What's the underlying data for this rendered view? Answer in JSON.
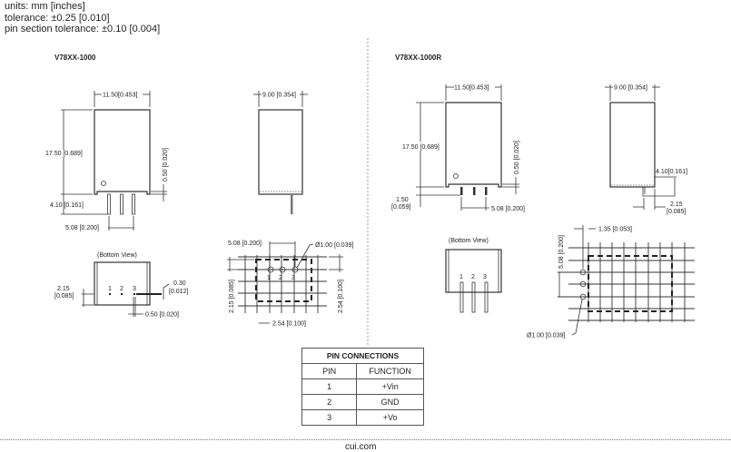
{
  "header": {
    "units": "units: mm [inches]",
    "tolerance": "tolerance: ±0.25 [0.010]",
    "pin_tolerance": "pin section tolerance: ±0.10 [0.004]"
  },
  "left": {
    "title": "V78XX-1000",
    "width_dim": "11.50[0.453]",
    "height_dim": "17.50 [0.689]",
    "pin_len_dim": "4.10 [0.161]",
    "pitch_dim": "5.08 [0.200]",
    "standoff_dim": "0.50 [0.020]",
    "depth_dim": "9.00 [0.354]",
    "bottom_view": "(Bottom View)",
    "pin_offset_dim_1": "2.15",
    "pin_offset_dim_2": "[0.085]",
    "pin_thk_dim_1": "0.30",
    "pin_thk_dim_2": "[0.012]",
    "pin_w_dim": "0.50 [0.020]",
    "pins": [
      "1",
      "2",
      "3"
    ],
    "pcb_pitch_dim": "5.08 [0.200]",
    "pcb_hole_dim": "Ø1.00 [0.039]",
    "pcb_offset_dim": "2.15 [0.085]",
    "pcb_grid_v_dim": "2.54 [0.100]",
    "pcb_grid_h_dim": "2.54 [0.100]"
  },
  "right": {
    "title": "V78XX-1000R",
    "width_dim": "11.50[0.453]",
    "height_dim": "17.50 [0.689]",
    "pin_len_dim_1": "1.50",
    "pin_len_dim_2": "[0.059]",
    "pitch_dim": "5.08 [0.200]",
    "standoff_dim": "0.50 [0.020]",
    "depth_dim": "9.00 [0.354]",
    "bend_dim": "4.10[0.161]",
    "offset_dim_1": "2.15",
    "offset_dim_2": "[0.085]",
    "bottom_view": "(Bottom View)",
    "pins": [
      "1",
      "2",
      "3"
    ],
    "pcb_edge_dim": "1.35 [0.053]",
    "pcb_pitch_dim": "5.08 [0.200]",
    "pcb_hole_dim": "Ø1.00 [0.039]"
  },
  "pin_table": {
    "title": "PIN CONNECTIONS",
    "headers": [
      "PIN",
      "FUNCTION"
    ],
    "rows": [
      [
        "1",
        "+Vin"
      ],
      [
        "2",
        "GND"
      ],
      [
        "3",
        "+Vo"
      ]
    ]
  },
  "footer": "cui.com"
}
